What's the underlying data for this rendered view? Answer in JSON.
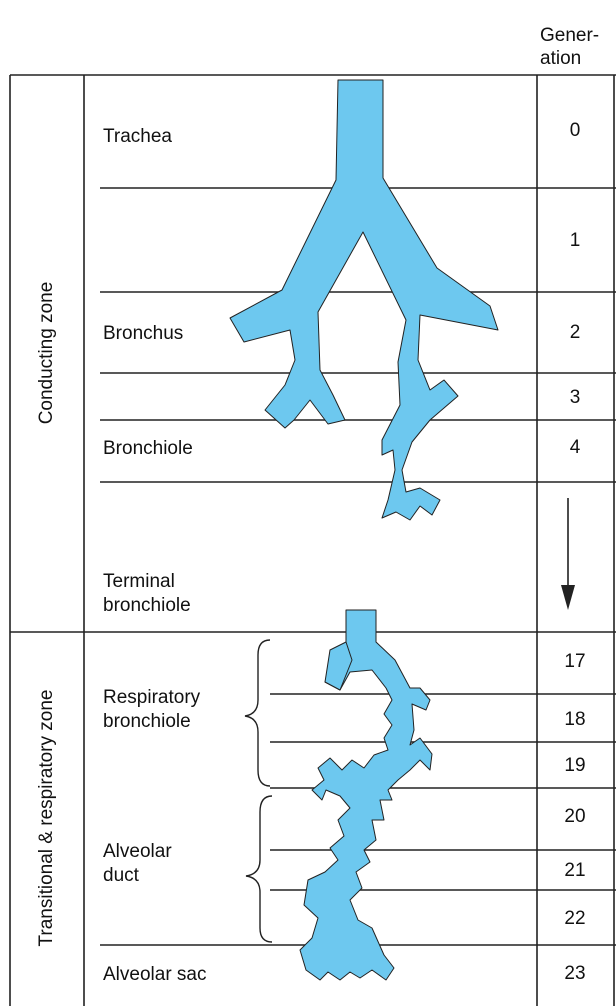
{
  "header": {
    "generation": "Gener-\nation"
  },
  "zones": {
    "conducting": "Conducting zone",
    "transitional": "Transitional & respiratory zone"
  },
  "structures": {
    "trachea": "Trachea",
    "bronchus": "Bronchus",
    "bronchiole": "Bronchiole",
    "terminal_bronchiole": "Terminal\nbronchiole",
    "respiratory_bronchiole": "Respiratory\nbronchiole",
    "alveolar_duct": "Alveolar\nduct",
    "alveolar_sac": "Alveolar sac"
  },
  "generations": [
    "0",
    "1",
    "2",
    "3",
    "4",
    "17",
    "18",
    "19",
    "20",
    "21",
    "22",
    "23"
  ],
  "colors": {
    "airway": "#6dc8ef",
    "line": "#222222"
  }
}
